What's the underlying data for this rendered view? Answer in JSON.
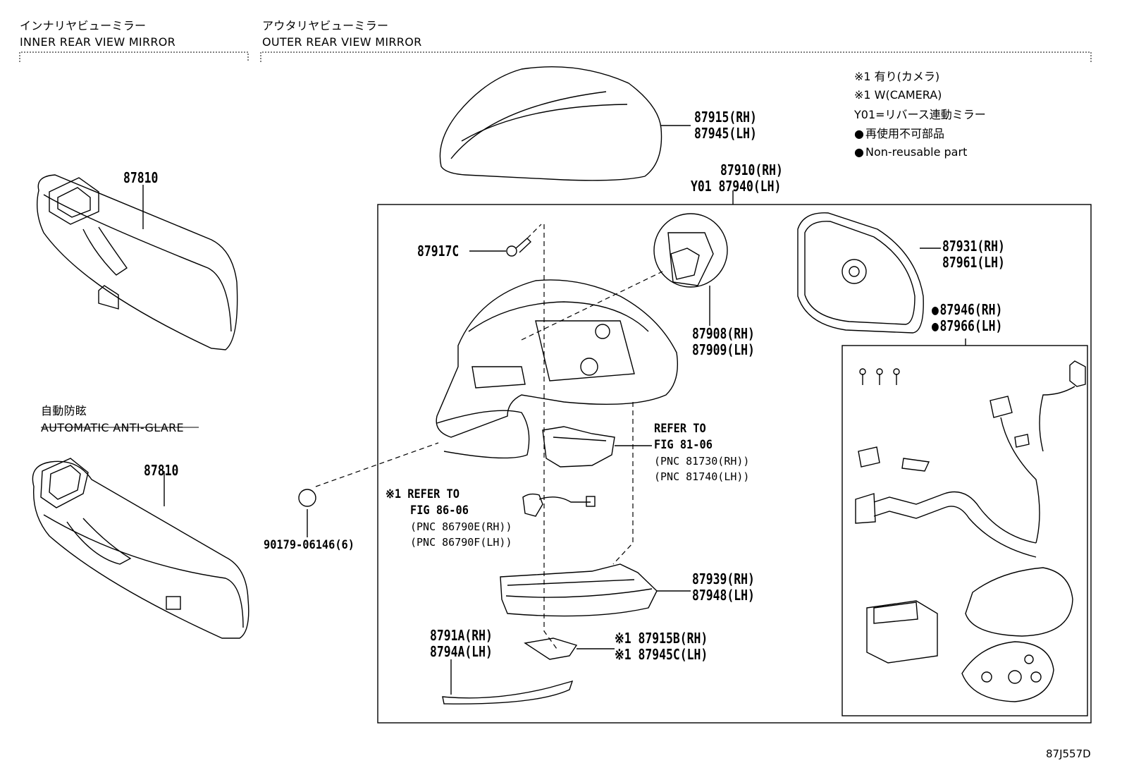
{
  "headers": {
    "inner_jp": "インナリヤビューミラー",
    "inner_en": "INNER REAR VIEW MIRROR",
    "outer_jp": "アウタリヤビューミラー",
    "outer_en": "OUTER REAR VIEW MIRROR",
    "auto_jp": "自動防眩",
    "auto_en": "AUTOMATIC ANTI-GLARE"
  },
  "legend": {
    "line1": "※1 有り(カメラ)",
    "line2": "※1 W(CAMERA)",
    "line3": "Y01=リバース連動ミラー",
    "line4": "再使用不可部品",
    "line5": "Non-reusable part"
  },
  "parts": {
    "p87810_a": "87810",
    "p87810_b": "87810",
    "p87915_rh": "87915(RH)",
    "p87945_lh": "87945(LH)",
    "p87910_rh": "87910(RH)",
    "p87940_lh": "Y01 87940(LH)",
    "p87917c": "87917C",
    "p87908_rh": "87908(RH)",
    "p87909_lh": "87909(LH)",
    "p87931_rh": "87931(RH)",
    "p87961_lh": "87961(LH)",
    "p87946_rh": "87946(RH)",
    "p87966_lh": "87966(LH)",
    "refer81_a": "REFER TO",
    "refer81_b": "FIG 81-06",
    "pnc81730": "(PNC 81730(RH))",
    "pnc81740": "(PNC 81740(LH))",
    "refer86_a": "※1 REFER TO",
    "refer86_b": "FIG 86-06",
    "pnc86790e": "(PNC 86790E(RH))",
    "pnc86790f": "(PNC 86790F(LH))",
    "p90179": "90179-06146(6)",
    "p87939_rh": "87939(RH)",
    "p87948_lh": "87948(LH)",
    "p8791a_rh": "8791A(RH)",
    "p8794a_lh": "8794A(LH)",
    "p87915b_rh": "※1 87915B(RH)",
    "p87945c_lh": "※1 87945C(LH)"
  },
  "figure_code": "87J557D"
}
